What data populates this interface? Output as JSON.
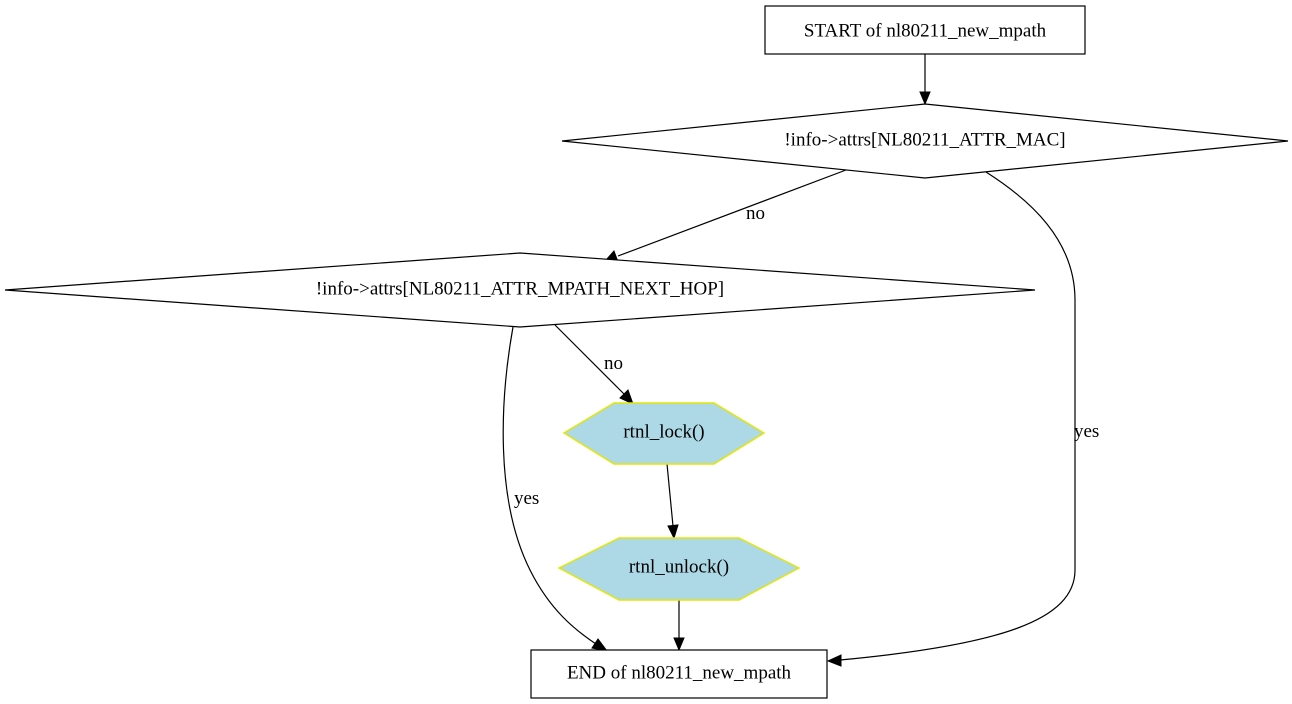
{
  "nodes": {
    "start": {
      "label": "START of nl80211_new_mpath"
    },
    "check_mac": {
      "label": "!info->attrs[NL80211_ATTR_MAC]"
    },
    "check_next_hop": {
      "label": "!info->attrs[NL80211_ATTR_MPATH_NEXT_HOP]"
    },
    "rtnl_lock": {
      "label": "rtnl_lock()"
    },
    "rtnl_unlock": {
      "label": "rtnl_unlock()"
    },
    "end": {
      "label": "END of nl80211_new_mpath"
    }
  },
  "edges": {
    "mac_no": {
      "label": "no"
    },
    "mac_yes": {
      "label": "yes"
    },
    "next_hop_no": {
      "label": "no"
    },
    "next_hop_yes": {
      "label": "yes"
    }
  },
  "colors": {
    "call_node_fill": "#add8e6",
    "call_node_border": "#e6e600",
    "stroke": "#000000"
  }
}
